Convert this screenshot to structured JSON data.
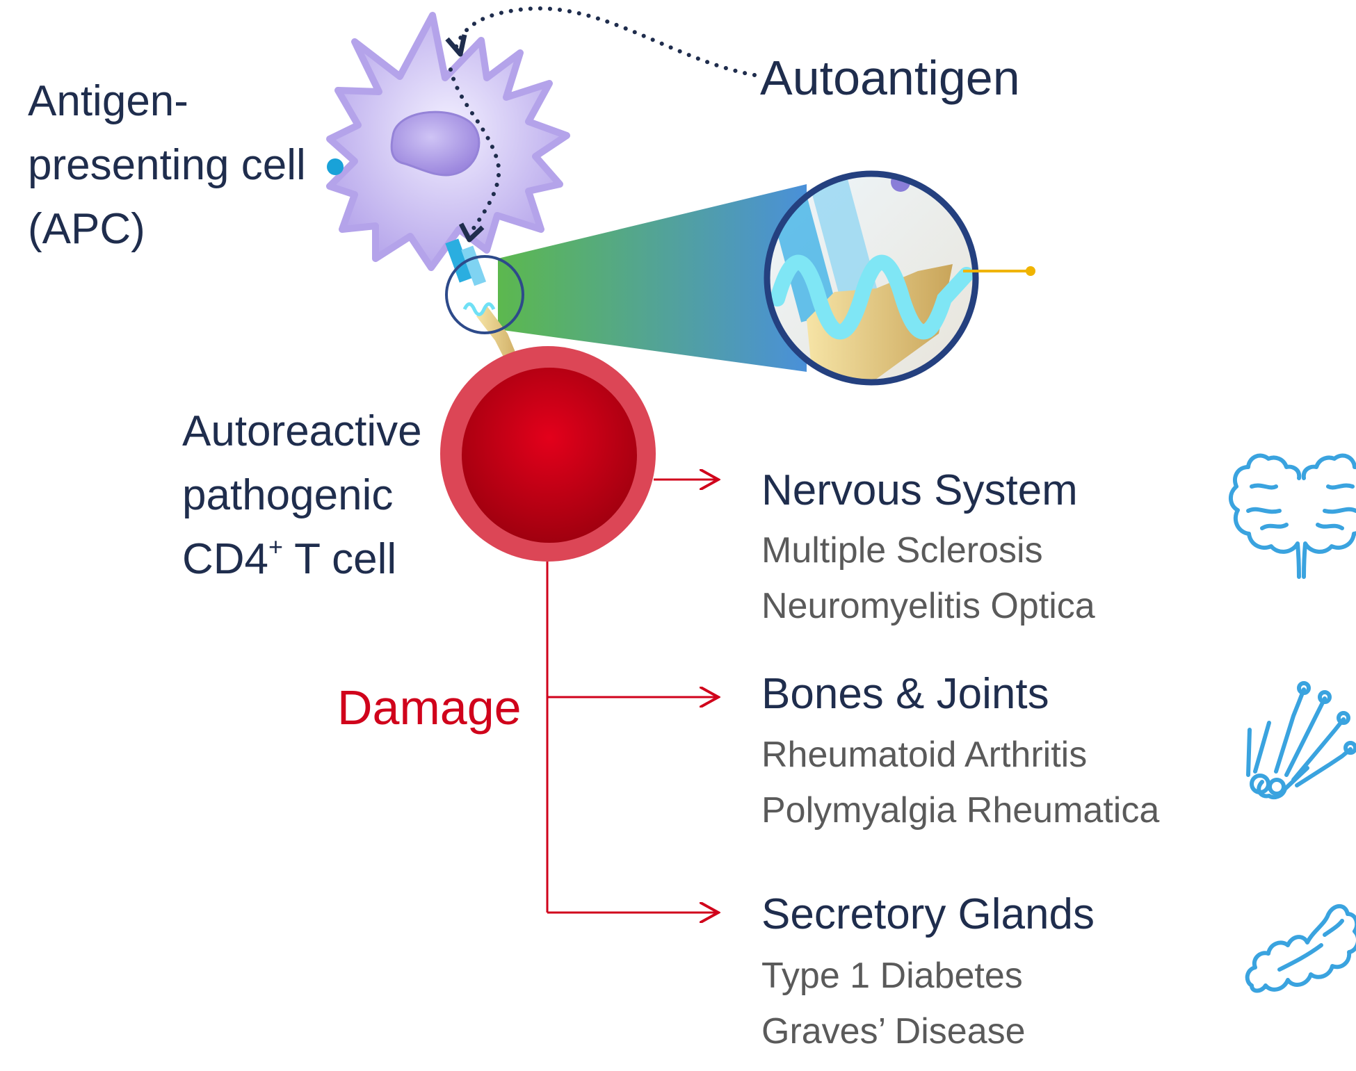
{
  "apc": {
    "label_lines": [
      "Antigen-",
      "presenting cell",
      "(APC)"
    ]
  },
  "autoantigen": {
    "label": "Autoantigen"
  },
  "tcell": {
    "line1": "Autoreactive",
    "line2": "pathogenic",
    "line3_pre": "CD4",
    "line3_sup": "+",
    "line3_post": " T cell"
  },
  "damage": {
    "label": "Damage"
  },
  "categories": [
    {
      "title": "Nervous System",
      "items": [
        "Multiple Sclerosis",
        "Neuromyelitis Optica"
      ],
      "icon": "brain-icon"
    },
    {
      "title": "Bones & Joints",
      "items": [
        "Rheumatoid Arthritis",
        "Polymyalgia Rheumatica"
      ],
      "icon": "hand-bones-icon"
    },
    {
      "title": "Secretory Glands",
      "items": [
        "Type 1 Diabetes",
        "Graves’ Disease"
      ],
      "icon": "gland-icon"
    }
  ],
  "colors": {
    "navy": "#1f2d4d",
    "red": "#d0021b",
    "apc": "#b7a6ea",
    "icon": "#3aa3df",
    "pointer": "#f0b400"
  }
}
